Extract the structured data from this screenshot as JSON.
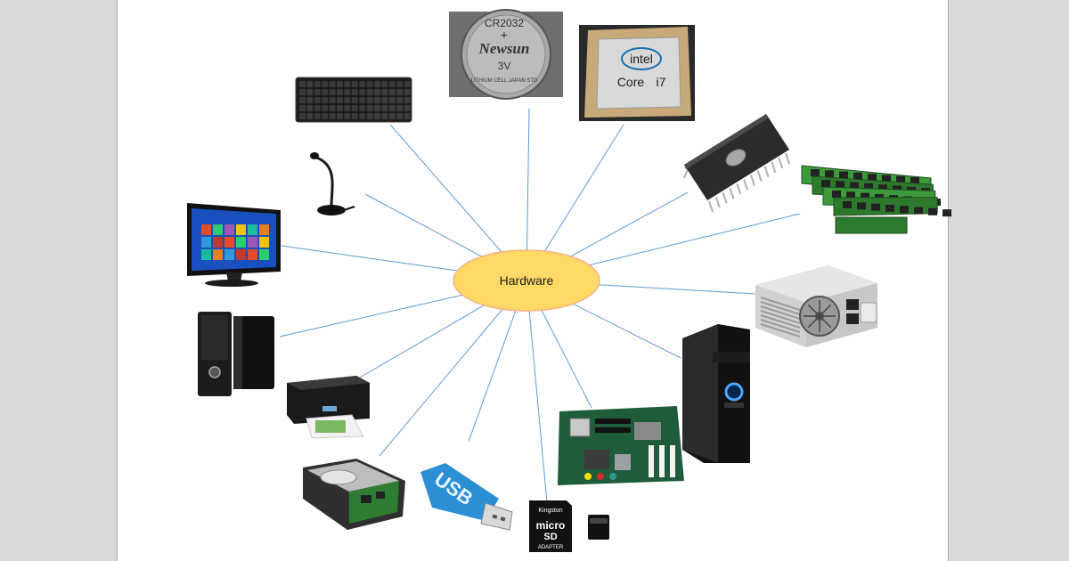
{
  "center": {
    "label": "Hardware",
    "fill": "#ffd966",
    "stroke": "#f4b183"
  },
  "line_color": "#5b9bd5",
  "items": [
    {
      "name": "keyboard"
    },
    {
      "name": "coin-battery",
      "text": [
        "CR2032",
        "+",
        "Newsun",
        "3V",
        "LITHIUM CELL JAPAN STD"
      ]
    },
    {
      "name": "cpu",
      "text": [
        "intel",
        "Core",
        "i7"
      ]
    },
    {
      "name": "eprom-chip"
    },
    {
      "name": "ram-modules"
    },
    {
      "name": "power-supply"
    },
    {
      "name": "pc-tower"
    },
    {
      "name": "motherboard"
    },
    {
      "name": "microsd-card",
      "text": [
        "Kingston",
        "micro",
        "SD",
        "ADAPTER"
      ]
    },
    {
      "name": "usb-flash-drive",
      "text": [
        "USB"
      ]
    },
    {
      "name": "hard-disk-drive"
    },
    {
      "name": "printer"
    },
    {
      "name": "speakers"
    },
    {
      "name": "monitor"
    },
    {
      "name": "microphone"
    }
  ]
}
